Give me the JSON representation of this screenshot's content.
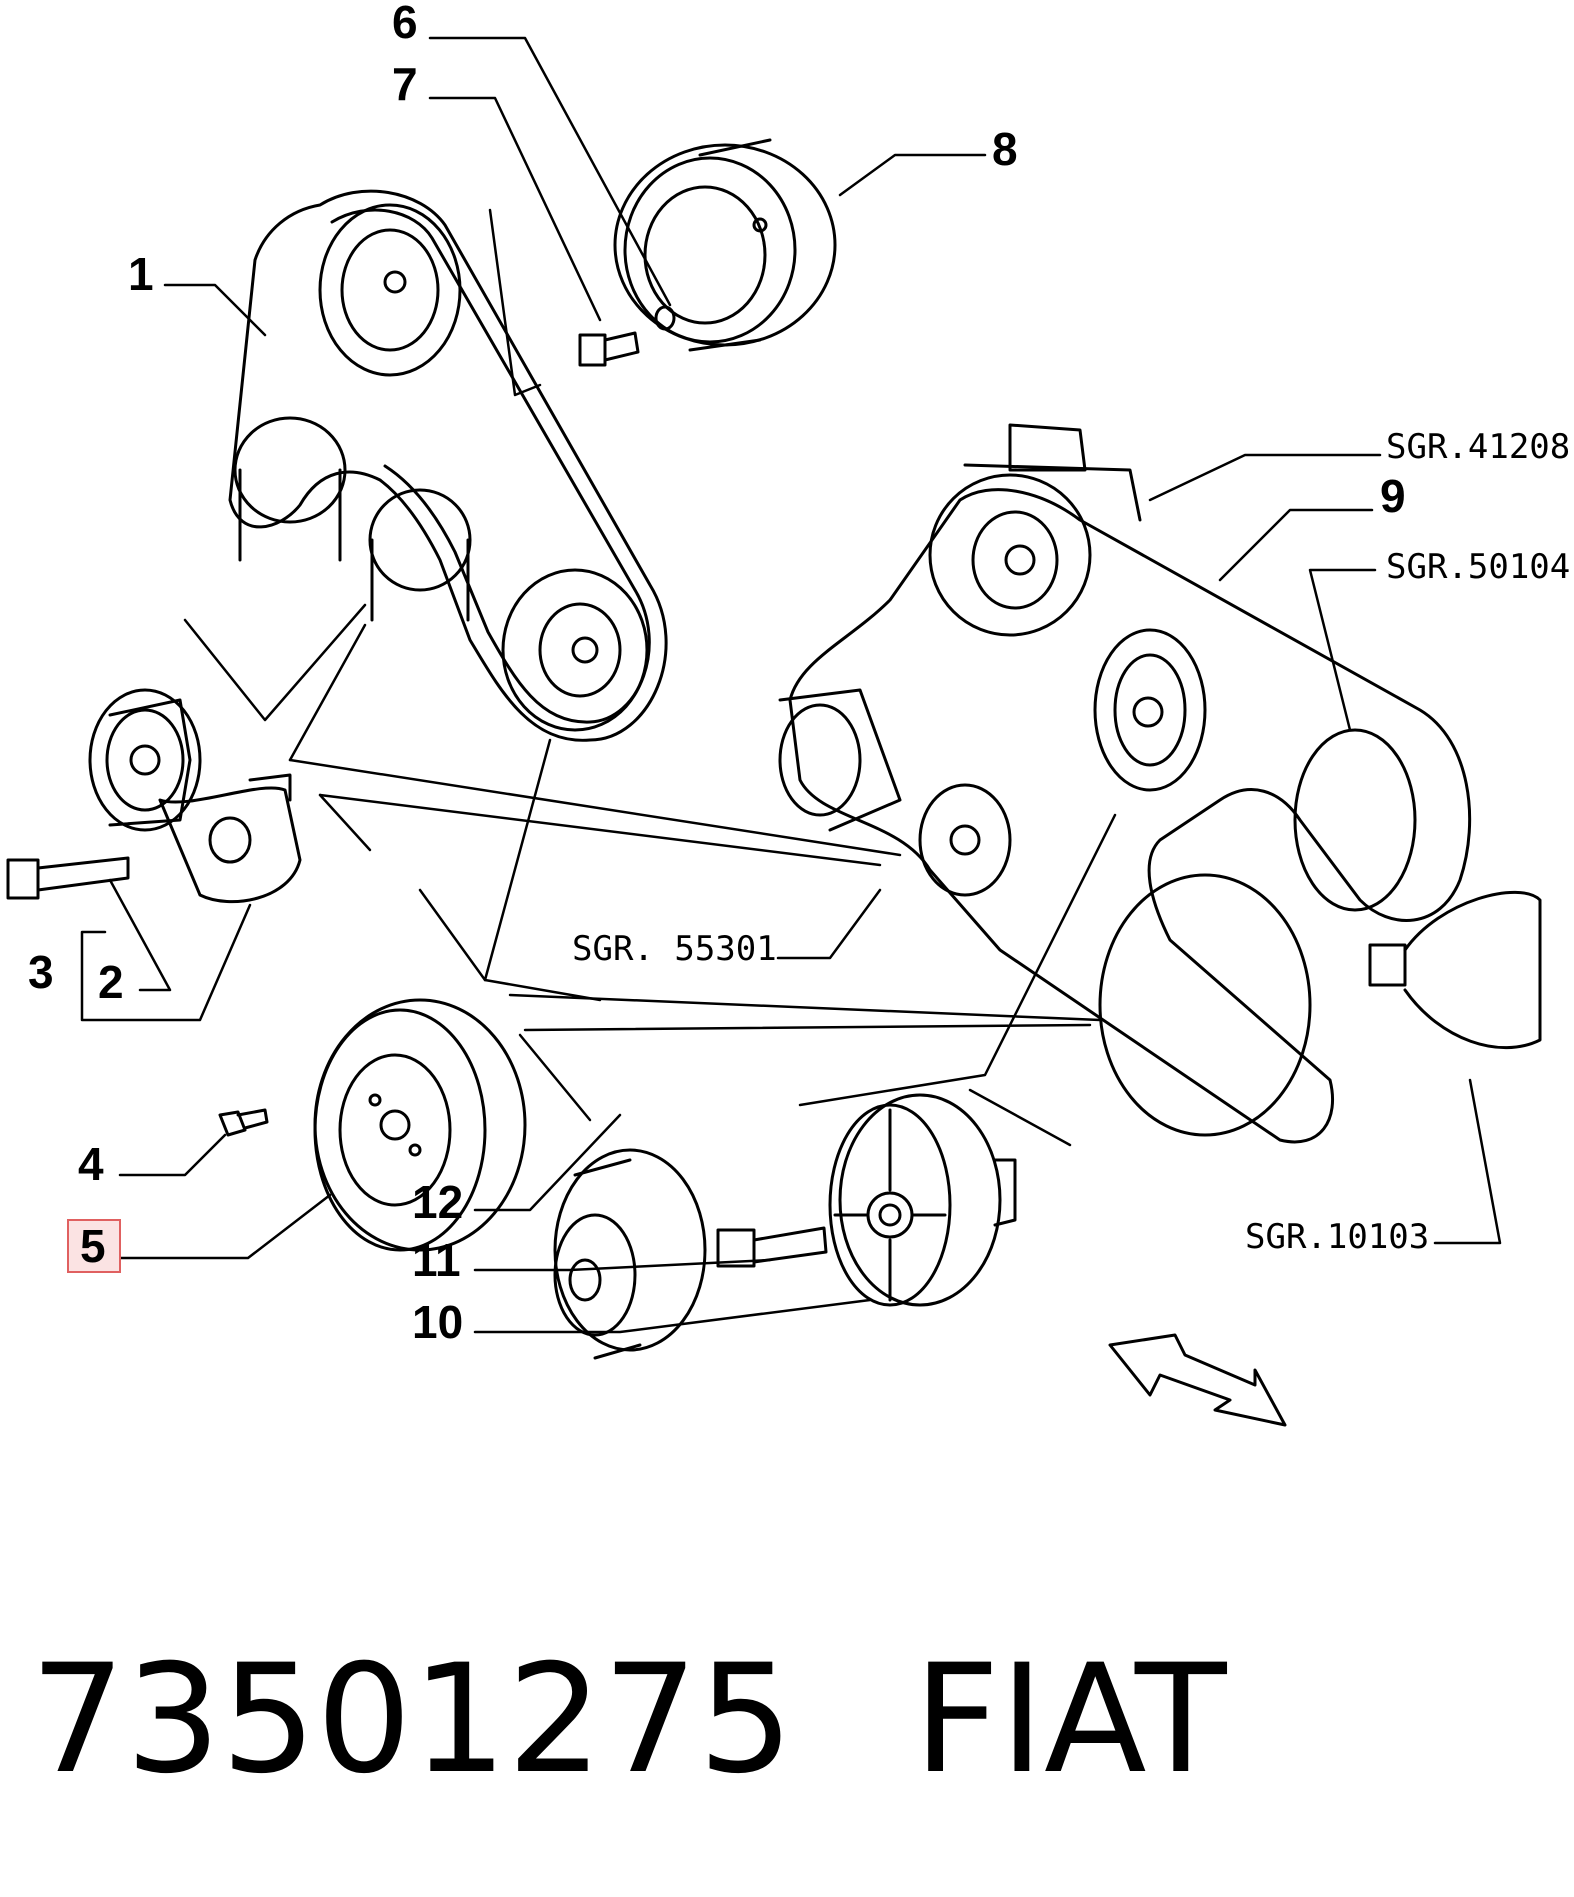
{
  "callouts": {
    "c1": "1",
    "c2": "2",
    "c3": "3",
    "c4": "4",
    "c5": "5",
    "c6": "6",
    "c7": "7",
    "c8": "8",
    "c9": "9",
    "c10": "10",
    "c11": "11",
    "c12": "12"
  },
  "refs": {
    "r41208": "SGR.41208",
    "r50104": "SGR.50104",
    "r55301": "SGR. 55301",
    "r10103": "SGR.10103"
  },
  "footer": {
    "part_number": "73501275",
    "brand": "FIAT"
  },
  "highlight": {
    "callout": "5",
    "color": "#e06060",
    "fill": "#fbe3e3"
  },
  "line_color": "#000000"
}
